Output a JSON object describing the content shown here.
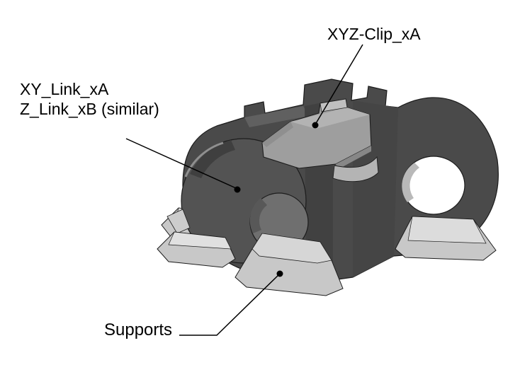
{
  "figure": {
    "labels": {
      "clip": "XYZ-Clip_xA",
      "link_line1": "XY_Link_xA",
      "link_line2": "Z_Link_xB (similar)",
      "supports": "Supports"
    },
    "colors": {
      "background": "#ffffff",
      "link_body": "#4a4a4a",
      "link_plate": "#535353",
      "clip": "#9e9e9e",
      "support": "#c8c8c8",
      "annotation": "#000000"
    }
  }
}
